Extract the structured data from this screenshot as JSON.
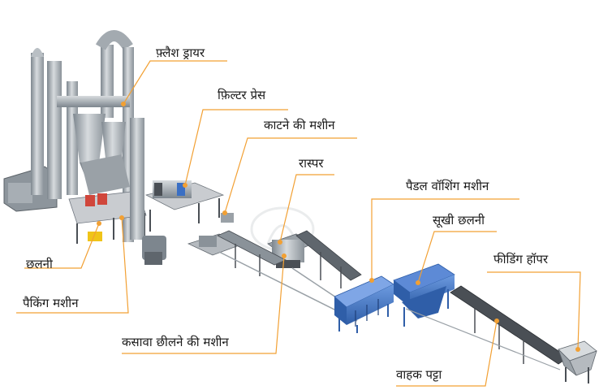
{
  "labels": {
    "flash_dryer": "फ़्लैश ड्रायर",
    "filter_press": "फ़िल्टर प्रेस",
    "cutting_machine": "काटने की मशीन",
    "rasper": "रास्पर",
    "paddle_washing_machine": "पैडल वॉशिंग मशीन",
    "dry_sieve": "सूखी छलनी",
    "feeding_hopper": "फीडिंग हॉपर",
    "sieve": "छलनी",
    "packing_machine": "पैकिंग मशीन",
    "cassava_peeling_machine": "कसावा छीलने की मशीन",
    "conveyor_belt": "वाहक पट्टा"
  },
  "colors": {
    "leader_line": "#f2a033",
    "equipment_steel": "#9aa3ab",
    "equipment_blue": "#3a6fc4",
    "frame_dark": "#4a4f55",
    "platform": "#c9ccd0"
  }
}
